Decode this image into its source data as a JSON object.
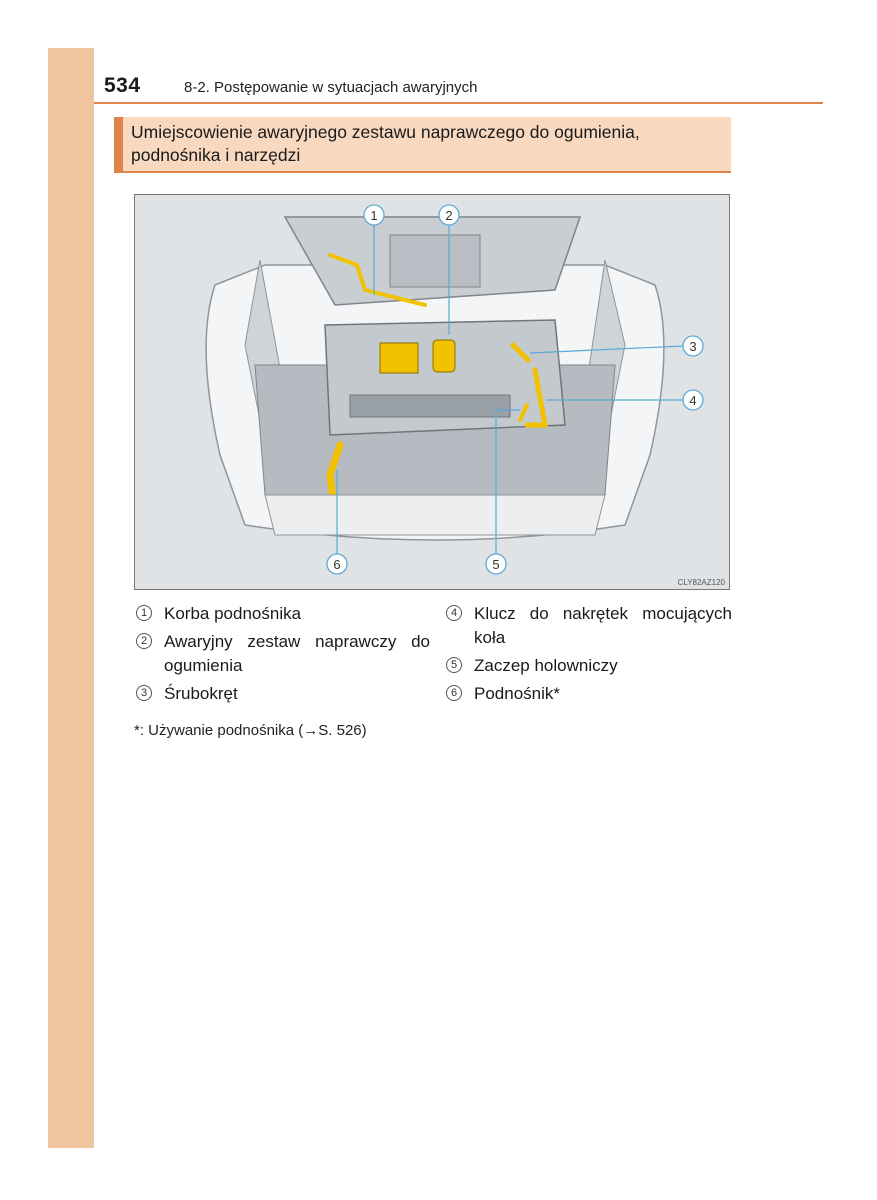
{
  "header": {
    "page_number": "534",
    "chapter": "8-2. Postępowanie w sytuacjach awaryjnych"
  },
  "section": {
    "title": "Umiejscowienie awaryjnego zestawu naprawczego do ogumienia, podnośnika i narzędzi"
  },
  "figure": {
    "code": "CLY82AZ120",
    "callouts": [
      "1",
      "2",
      "3",
      "4",
      "5",
      "6"
    ]
  },
  "legend": {
    "left": [
      {
        "num": "1",
        "text": "Korba podnośnika"
      },
      {
        "num": "2",
        "text": "Awaryjny zestaw naprawczy do ogumienia"
      },
      {
        "num": "3",
        "text": "Śrubokręt"
      }
    ],
    "right": [
      {
        "num": "4",
        "text": "Klucz do nakrętek mocujących koła"
      },
      {
        "num": "5",
        "text": "Zaczep holowniczy"
      },
      {
        "num": "6",
        "text": "Podnośnik*"
      }
    ]
  },
  "footnote": "*: Używanie podnośnika (→S. 526)",
  "colors": {
    "accent": "#e0844a",
    "strip": "#f0c6a1",
    "title_bg": "#f8d9c0",
    "tool_yellow": "#f2c200",
    "callout_blue": "#5aa9d6"
  }
}
